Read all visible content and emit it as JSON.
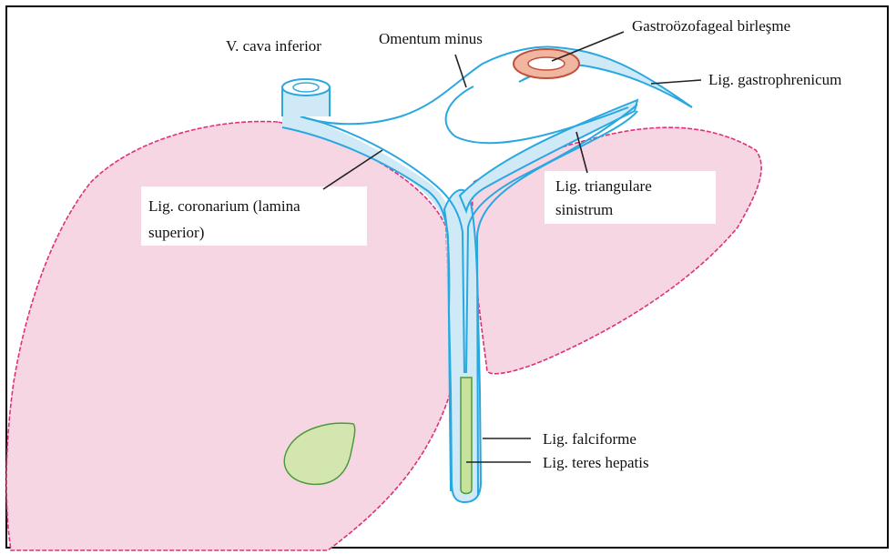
{
  "labels": {
    "v_cava_inferior": "V. cava inferior",
    "omentum_minus": "Omentum minus",
    "gastro_junction": "Gastroözofageal birleşme",
    "lig_gastrophrenicum": "Lig. gastrophrenicum",
    "lig_coronarium_line1": "Lig. coronarium (lamina",
    "lig_coronarium_line2": "superior)",
    "lig_triangulare_line1": "Lig. triangulare",
    "lig_triangulare_line2": "sinistrum",
    "lig_falciforme": "Lig. falciforme",
    "lig_teres_hepatis": "Lig. teres hepatis"
  },
  "colors": {
    "liver_fill": "#f7d6e4",
    "liver_outline": "#e0307a",
    "ligament_fill": "#cfe9f6",
    "ligament_outline": "#29a8e0",
    "gallbladder_fill": "#d4e6b0",
    "gallbladder_outline": "#4c9a3c",
    "teres_fill": "#c8e29c",
    "junction_fill": "#f0b6a0",
    "junction_outline": "#c0503a"
  }
}
